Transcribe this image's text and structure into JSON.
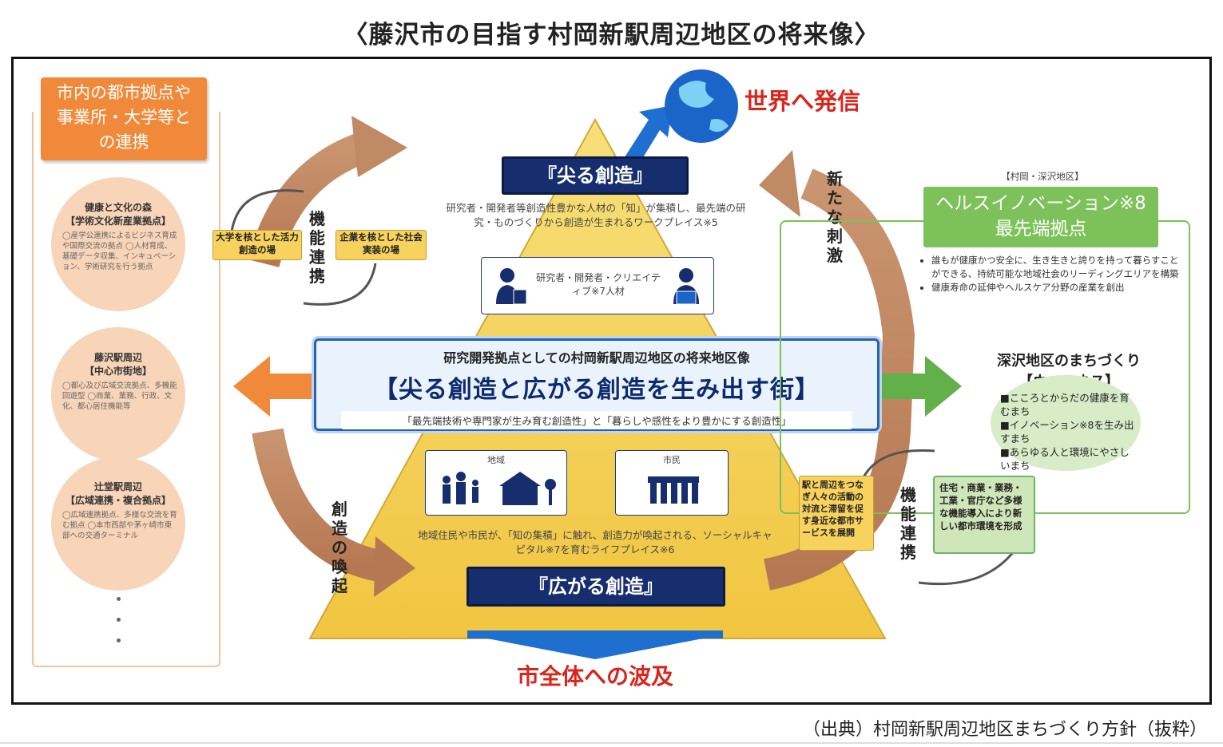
{
  "title": "〈藤沢市の目指す村岡新駅周辺地区の将来像〉",
  "source": "（出典）村岡新駅周辺地区まちづくり方針（抜粋）",
  "left_column": {
    "header_lines": [
      "市内の都市拠点や",
      "事業所・大学等と",
      "の連携"
    ],
    "hubs": [
      {
        "name_lines": [
          "健康と文化の森",
          "【学術文化新産業拠点】"
        ],
        "desc": "◯産学公連携によるビジネス育成や国際交流の拠点 ◯人材育成、基礎データ収集、インキュベーション、学術研究を行う拠点"
      },
      {
        "name_lines": [
          "藤沢駅周辺",
          "【中心市街地】"
        ],
        "desc": "◯都心及び広域交流拠点、多機能回遊型 ◯商業、業務、行政、文化、都心居住機能等"
      },
      {
        "name_lines": [
          "辻堂駅周辺",
          "【広域連携・複合拠点】"
        ],
        "desc": "◯広域連携拠点、多様な交流を育む拠点 ◯本市西部や茅ヶ崎市東部への交通ターミナル"
      }
    ]
  },
  "top": {
    "world_label": "世界へ発信",
    "pointed_title": "『尖る創造』",
    "pointed_desc": "研究者・開発者等創造性豊かな人材の「知」が集積し、最先端の研究・ものづくりから創造が生まれるワークプレイス※5",
    "people_label": "研究者・開発者・クリエイティブ※7人材"
  },
  "left_link": {
    "vertical": "機能連携",
    "box1": "大学を核とした活力創造の場",
    "box2": "企業を核とした社会実装の場"
  },
  "right_top_vertical": "新たな刺激",
  "central": {
    "subtitle": "研究開発拠点としての村岡新駅周辺地区の将来地区像",
    "main": "【尖る創造と広がる創造を生み出す街】",
    "note": "「最先端技術や専門家が生み育む創造性」と「暮らしや感性をより豊かにする創造性」"
  },
  "bottom": {
    "region_label": "地域",
    "citizen_label": "市民",
    "desc": "地域住民や市民が、「知の集積」に触れ、創造力が喚起される、ソーシャルキャピタル※7を育むライフプレイス※6",
    "spreading_title": "『広がる創造』",
    "ripple_label": "市全体への波及",
    "arouse_vertical": "創造の喚起"
  },
  "right": {
    "area_tag": "【村岡・深沢地区】",
    "health_head_lines": [
      "ヘルスイノベーション※8",
      "最先端拠点"
    ],
    "health_bullets": [
      "誰もが健康かつ安全に、生き生きと誇りを持って暮らすことができる、持続可能な地域社会のリーディングエリアを構築",
      "健康寿命の延伸やヘルスケア分野の産業を創出"
    ],
    "fukasawa_title_lines": [
      "深沢地区のまちづくり",
      "【ウェルネス】"
    ],
    "wellness_items": [
      "■こころとからだの健康を育むまち",
      "■イノベーション※8を生み出すまち",
      "■あらゆる人と環境にやさしいまち"
    ],
    "link_vertical": "機能連携",
    "box_station": "駅と周辺をつなぎ人々の活動の対流と滞留を促す身近な都市サービスを展開",
    "box_housing": "住宅・商業・業務・工業・官庁など多様な機能導入により新しい都市環境を形成"
  },
  "colors": {
    "navy": "#162d6e",
    "orange": "#f08a3a",
    "green": "#7cc159",
    "pyramid": "#f7d25e",
    "red": "#d9261c"
  }
}
